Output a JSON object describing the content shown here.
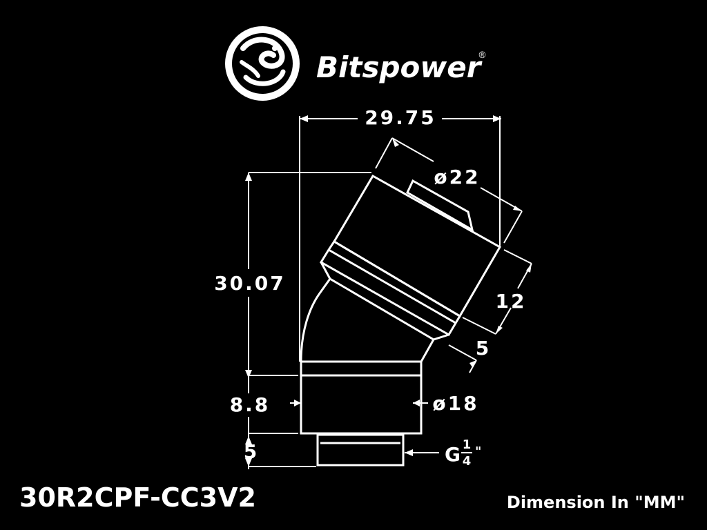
{
  "brand": {
    "name": "Bitspower",
    "registered": "®"
  },
  "model": "30R2CPF-CC3V2",
  "units_note": "Dimension In \"MM\"",
  "dimensions": {
    "overall_width": "29.75",
    "overall_height": "30.07",
    "top_diameter": "ø22",
    "top_length": "12",
    "ring_width": "5",
    "base_height": "8.8",
    "base_diameter": "ø18",
    "thread_length": "5"
  },
  "thread": {
    "prefix": "G",
    "numerator": "1",
    "denominator": "4",
    "suffix": "\""
  },
  "colors": {
    "background": "#000000",
    "lines": "#ffffff"
  }
}
